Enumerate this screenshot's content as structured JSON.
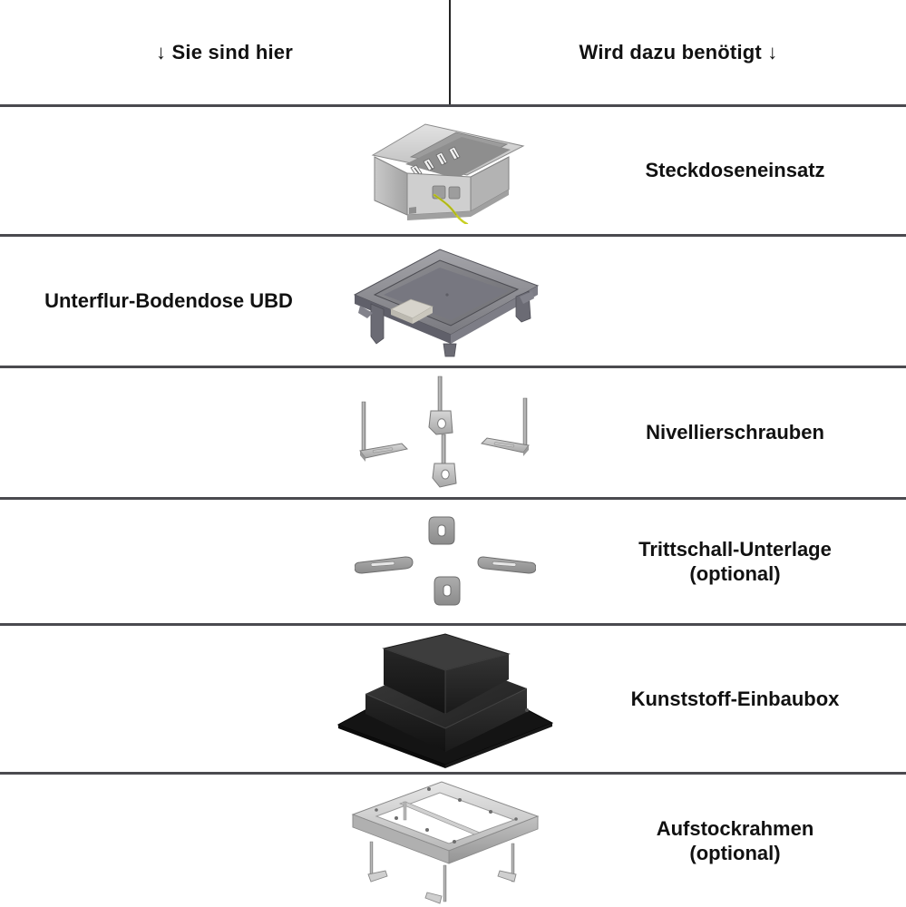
{
  "header": {
    "left_label": "↓ Sie sind hier",
    "right_label": "Wird dazu benötigt ↓"
  },
  "colors": {
    "rule": "#4a4a4f",
    "text": "#111111",
    "metal_light": "#d8d8d8",
    "metal_mid": "#9a9a9a",
    "metal_dark": "#6e6e6e",
    "plastic_black": "#1c1c1c",
    "wire_yellow": "#c8cf22"
  },
  "rows": [
    {
      "left_label": "",
      "right_label": "Steckdoseneinsatz",
      "artwork": "socket-insert-box"
    },
    {
      "left_label": "Unterflur-Bodendose UBD",
      "right_label": "",
      "artwork": "underfloor-floor-box"
    },
    {
      "left_label": "",
      "right_label": "Nivellierschrauben",
      "artwork": "leveling-screws"
    },
    {
      "left_label": "",
      "right_label": "Trittschall-Unterlage\n(optional)",
      "artwork": "impact-sound-pads"
    },
    {
      "left_label": "",
      "right_label": "Kunststoff-Einbaubox",
      "artwork": "plastic-mounting-box"
    },
    {
      "left_label": "",
      "right_label": "Aufstockrahmen\n(optional)",
      "artwork": "extension-frame"
    }
  ]
}
